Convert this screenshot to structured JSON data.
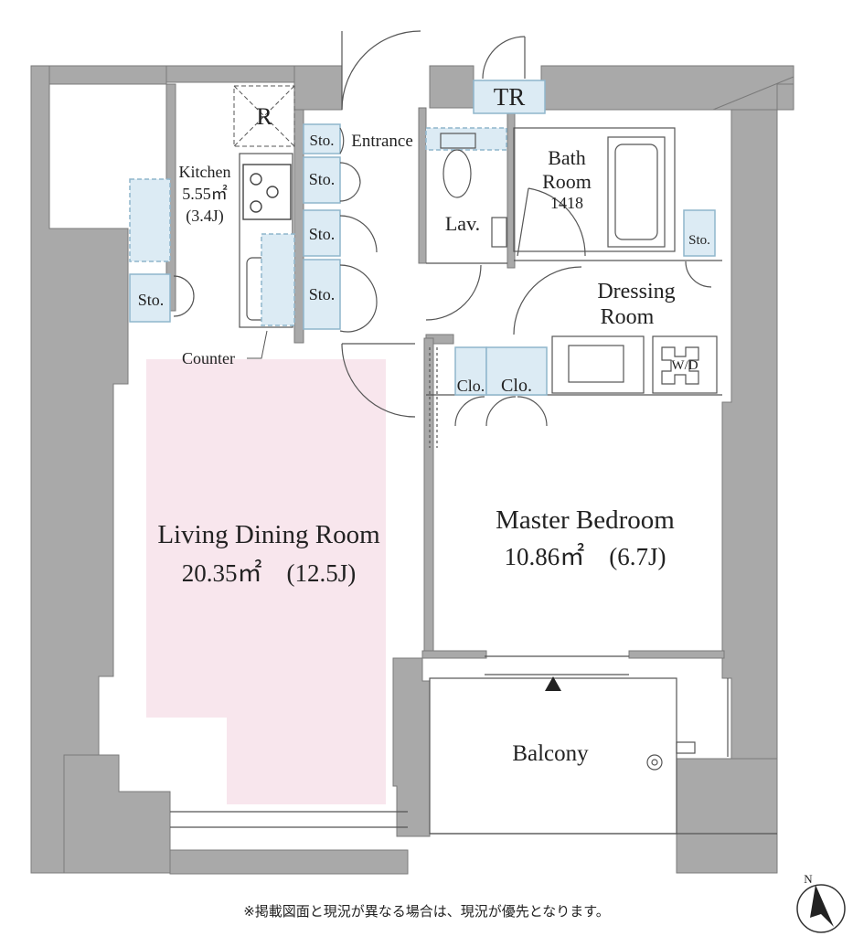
{
  "rooms": {
    "living": {
      "name": "Living Dining Room",
      "area": "20.35㎡　(12.5J)"
    },
    "master": {
      "name": "Master Bedroom",
      "area": "10.86㎡　(6.7J)"
    },
    "kitchen": {
      "name": "Kitchen",
      "area": "5.55㎡",
      "jo": "(3.4J)"
    },
    "bath": {
      "line1": "Bath",
      "line2": "Room",
      "size": "1418"
    },
    "dressing": {
      "line1": "Dressing",
      "line2": "Room"
    },
    "lav": "Lav.",
    "entrance": "Entrance",
    "balcony": "Balcony"
  },
  "labels": {
    "refrigerator": "R",
    "trunk_room": "TR",
    "storage": "Sto.",
    "closet": "Clo.",
    "washer_dryer": "W/D",
    "counter": "Counter"
  },
  "compass": {
    "north": "N"
  },
  "footnote": "※掲載図面と現況が異なる場合は、現況が優先となります。",
  "colors": {
    "wall": "#a9a9a9",
    "living_floor": "#f8e6ed",
    "storage_fill": "#dcebf4",
    "storage_stroke": "#8fb6cc",
    "line": "#555555"
  }
}
